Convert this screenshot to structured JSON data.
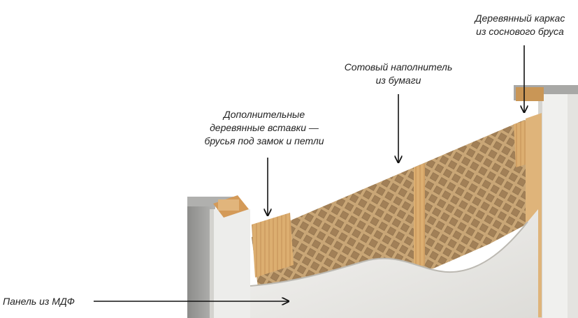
{
  "labels": {
    "frame": {
      "line1": "Деревянный каркас",
      "line2": "из соснового бруса"
    },
    "filler": {
      "line1": "Сотовый наполнитель",
      "line2": "из бумаги"
    },
    "inserts": {
      "line1": "Дополнительные",
      "line2": "деревянные вставки —",
      "line3": "брусья под замок и петли"
    },
    "panel": {
      "line1": "Панель из МДФ"
    }
  },
  "colors": {
    "mdf_white": "#ecebe8",
    "honeycomb": "#c9a676",
    "wood": "#d8a86a",
    "steel": "#9c9c9a",
    "text": "#222222"
  }
}
